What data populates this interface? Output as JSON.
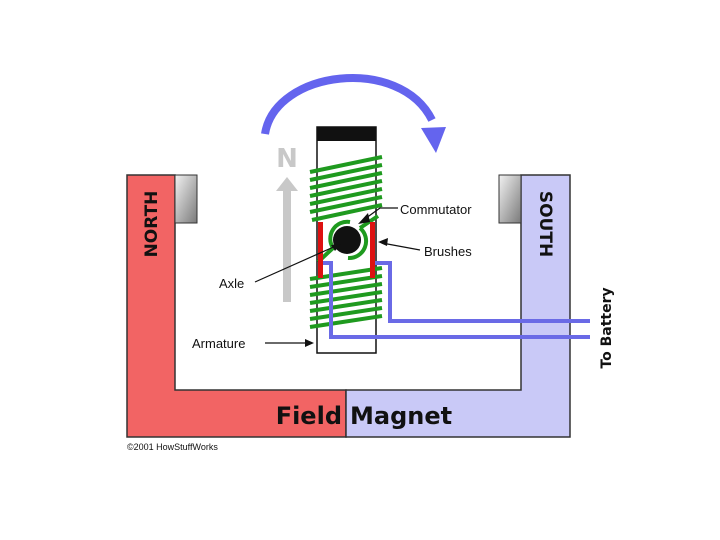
{
  "poles": {
    "north": "NORTH",
    "south": "SOUTH",
    "n_letter": "N"
  },
  "labels": {
    "commutator": "Commutator",
    "brushes": "Brushes",
    "axle": "Axle",
    "armature": "Armature",
    "to_battery": "To Battery"
  },
  "magnet": {
    "field": "Field",
    "magnet": "Magnet"
  },
  "copyright": "©2001 HowStuffWorks",
  "colors": {
    "north_pole": "#f26464",
    "south_pole": "#c9c9f7",
    "coil": "#1f9a1f",
    "brush": "#dd1111",
    "wire": "#6a6ae6",
    "rotation_arrow": "#6464ee",
    "n_arrow": "#c8c8c8"
  }
}
